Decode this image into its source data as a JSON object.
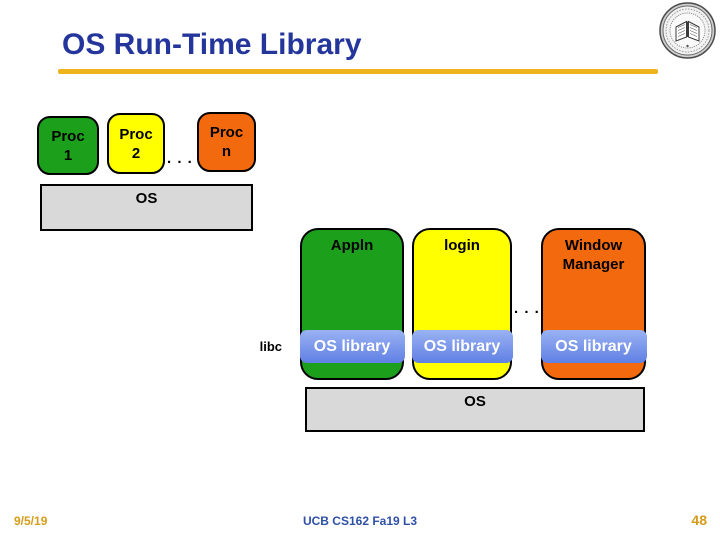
{
  "header": {
    "title": "OS Run-Time Library",
    "logo": "uc-berkeley-seal"
  },
  "top_diagram": {
    "procs": [
      {
        "label": "Proc\n1",
        "color_key": "green"
      },
      {
        "label": "Proc\n2",
        "color_key": "yellow"
      },
      {
        "label": "Proc\nn",
        "color_key": "orange"
      }
    ],
    "ellipsis": ". . .",
    "os_label": "OS"
  },
  "library_diagram": {
    "columns": [
      {
        "label": "Appln",
        "band_label": "OS library",
        "color_key": "green"
      },
      {
        "label": "login",
        "band_label": "OS library",
        "color_key": "yellow"
      },
      {
        "label": "Window\nManager",
        "band_label": "OS library",
        "color_key": "orange"
      }
    ],
    "ellipsis": ". . .",
    "libc_label": "libc",
    "os_label": "OS"
  },
  "footer": {
    "date": "9/5/19",
    "course": "UCB CS162 Fa19 L3",
    "page": "48"
  },
  "colors": {
    "title_blue": "#24359c",
    "gold_rule": "#edb41c",
    "green": "#1ca01c",
    "yellow": "#ffff00",
    "orange": "#f26a0d",
    "gray_fill": "#d9d9d9",
    "band_top": "#9ab2f3",
    "band_bottom": "#6080e4",
    "footer_gold": "#d49c1a",
    "footer_blue": "#2d50a7"
  }
}
